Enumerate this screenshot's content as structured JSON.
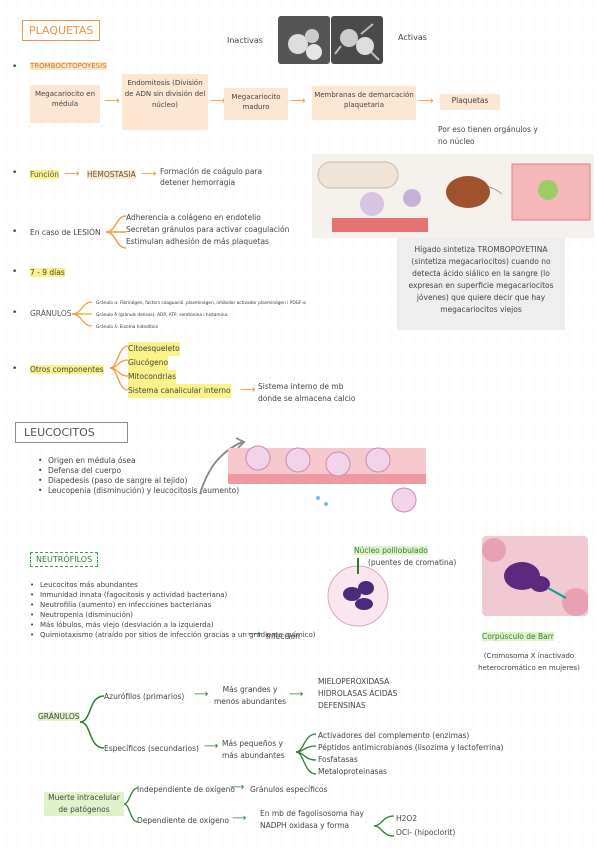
{
  "plaquetas": {
    "title": "PLAQUETAS",
    "inactivas": "Inactivas",
    "activas": "Activas",
    "trombocitopoyesis": "TROMBOCITOPOYESIS",
    "flow": [
      "Megacariocito en médula",
      "Endomitosis (División de ADN sin división del núcleo)",
      "Megacariocito maduro",
      "Membranas de demarcación plaquetaria",
      "Plaquetas"
    ],
    "por_eso": "Por eso tienen orgánulos y no núcleo",
    "funcion": "Función",
    "hemostasia": "HEMOSTASIA",
    "formacion": "Formación de coágulo para detener hemorragia",
    "caso_lesion": "En caso de LESIÓN",
    "lesion_items": [
      "Adherencia a colágeno en endotelio",
      "Secretan gránulos para activar coagulación",
      "Estimulan adhesión de más plaquetas"
    ],
    "dias": "7 - 9 días",
    "granulos": "GRÁNULOS",
    "granulos_items": [
      "Gránulo α: Fibrinógen, factors coaguació, plasminógen, inhibidor activador plasminógen i PDGF-α",
      "Gránulo δ (gránuls densos): ADP, ATP, serotonina i histamina.",
      "Gránulo λ: Enzima hidrolítica"
    ],
    "otros": "Otros componentes",
    "otros_items": [
      "Citoesqueleto",
      "Glucógeno",
      "Mitocondrias",
      "Sistema canalicular interno"
    ],
    "sistema_desc": "Sistema interno de mb donde se almacena calcio",
    "higado": "Hígado sintetiza TROMBOPOYETINA (sintetiza megacariocitos) cuando no detecta ácido siálico en la sangre (lo expresan en superficie megacariocitos jóvenes) que quiere decir que hay megacariocitos viejos"
  },
  "leucocitos": {
    "title": "LEUCOCITOS",
    "items": [
      "Origen en médula ósea",
      "Defensa del cuerpo",
      "Diapedesis (paso de sangre al tejido)",
      "Leucopenia (disminución) y leucocitosis (aumento)"
    ]
  },
  "neutrofilos": {
    "title": "NEUTRÓFILOS",
    "nucleo": "Núcleo polilobulado",
    "puentes": "(puentes de cromatina)",
    "corpusculo": "Corpúsculo de Barr",
    "cromosoma": "(Cromosoma X inactivado heterocromático en mujeres)",
    "items": [
      "Leucocitos más abundantes",
      "Inmunidad innata (fagocitosis y actividad bacteriana)",
      "Neutrofilia (aumento) en infecciones bacterianas",
      "Neutropenia (disminución)",
      "Más lóbulos, más viejo (desviación a la izquierda)",
      "Quimiotaxismo (atraído por sitios de infección gracias a un gradiente químico)"
    ],
    "infeccion": "Infección",
    "granulos": "GRÁNULOS",
    "azurofilos": "Azurófilos (primarios)",
    "mas_grandes": "Más grandes y menos abundantes",
    "azur_list": [
      "MIELOPEROXIDASA",
      "HIDROLASAS ÁCIDAS",
      "DEFENSINAS"
    ],
    "especificos": "Específicos (secundarios)",
    "mas_pequenos": "Más pequeños y más abundantes",
    "esp_list": [
      "Activadores del complemento (enzimas)",
      "Péptidos antimicrobianos (lisozima y lactoferrina)",
      "Fosfatasas",
      "Metaloproteinasas"
    ],
    "muerte": "Muerte intracelular de patógenos",
    "independiente": "Independiente de oxígeno",
    "gran_esp": "Gránulos específicos",
    "dependiente": "Dependiente de oxígeno",
    "mb_fago": "En mb de fagolisosoma hay NADPH oxidasa y forma",
    "h2o2": "H2O2",
    "ocl": "OCl- (hipoclorit)"
  }
}
